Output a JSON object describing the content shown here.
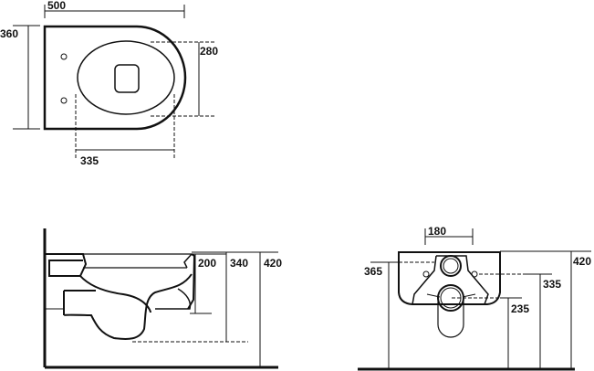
{
  "drawing": {
    "top_view": {
      "width_label": "500",
      "height_label": "360",
      "seat_width_label": "280",
      "seat_length_label": "335"
    },
    "side_view": {
      "rim_height_label": "200",
      "outlet_height_label": "340",
      "total_height_label": "420"
    },
    "back_view": {
      "fixing_spacing_label": "180",
      "inlet_height_label": "365",
      "fixing_height_label": "335",
      "outlet_height_label": "235",
      "total_height_label": "420"
    }
  }
}
